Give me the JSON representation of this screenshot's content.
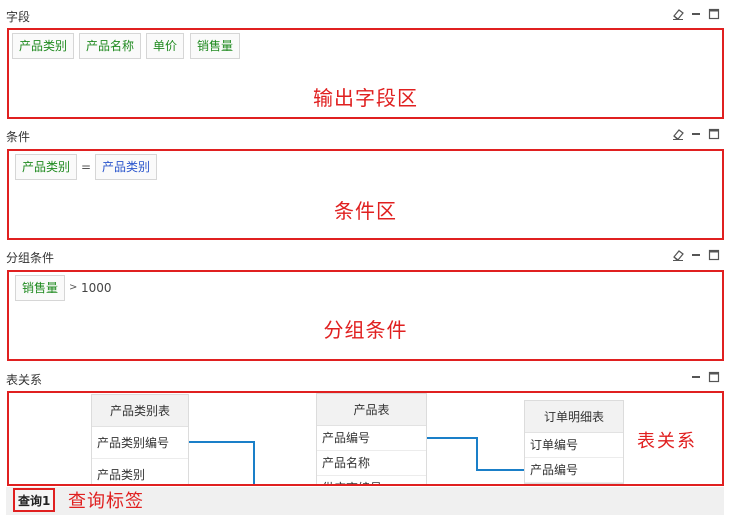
{
  "sections": {
    "fields": {
      "title": "字段",
      "items": [
        "产品类别",
        "产品名称",
        "单价",
        "销售量"
      ],
      "zone_label": "输出字段区"
    },
    "conditions": {
      "title": "条件",
      "left": "产品类别",
      "operator": "=",
      "right": "产品类别",
      "zone_label": "条件区"
    },
    "group_conditions": {
      "title": "分组条件",
      "field": "销售量",
      "operator": ">",
      "value": "1000",
      "zone_label": "分组条件"
    },
    "relations": {
      "title": "表关系",
      "zone_label": "表关系",
      "tables": [
        {
          "name": "产品类别表",
          "rows": [
            "产品类别编号",
            "产品类别"
          ]
        },
        {
          "name": "产品表",
          "rows": [
            "产品编号",
            "产品名称",
            "供应商编号"
          ]
        },
        {
          "name": "订单明细表",
          "rows": [
            "订单编号",
            "产品编号"
          ]
        }
      ]
    }
  },
  "query_tab": {
    "label": "查询1",
    "note": "查询标签"
  },
  "icons": [
    "eraser-icon",
    "minimize-icon",
    "maximize-icon"
  ],
  "colors": {
    "annotation": "#e02020",
    "field_text": "#1f8a1f",
    "value_text": "#2a55cc",
    "relation_line": "#1a7fc8"
  }
}
